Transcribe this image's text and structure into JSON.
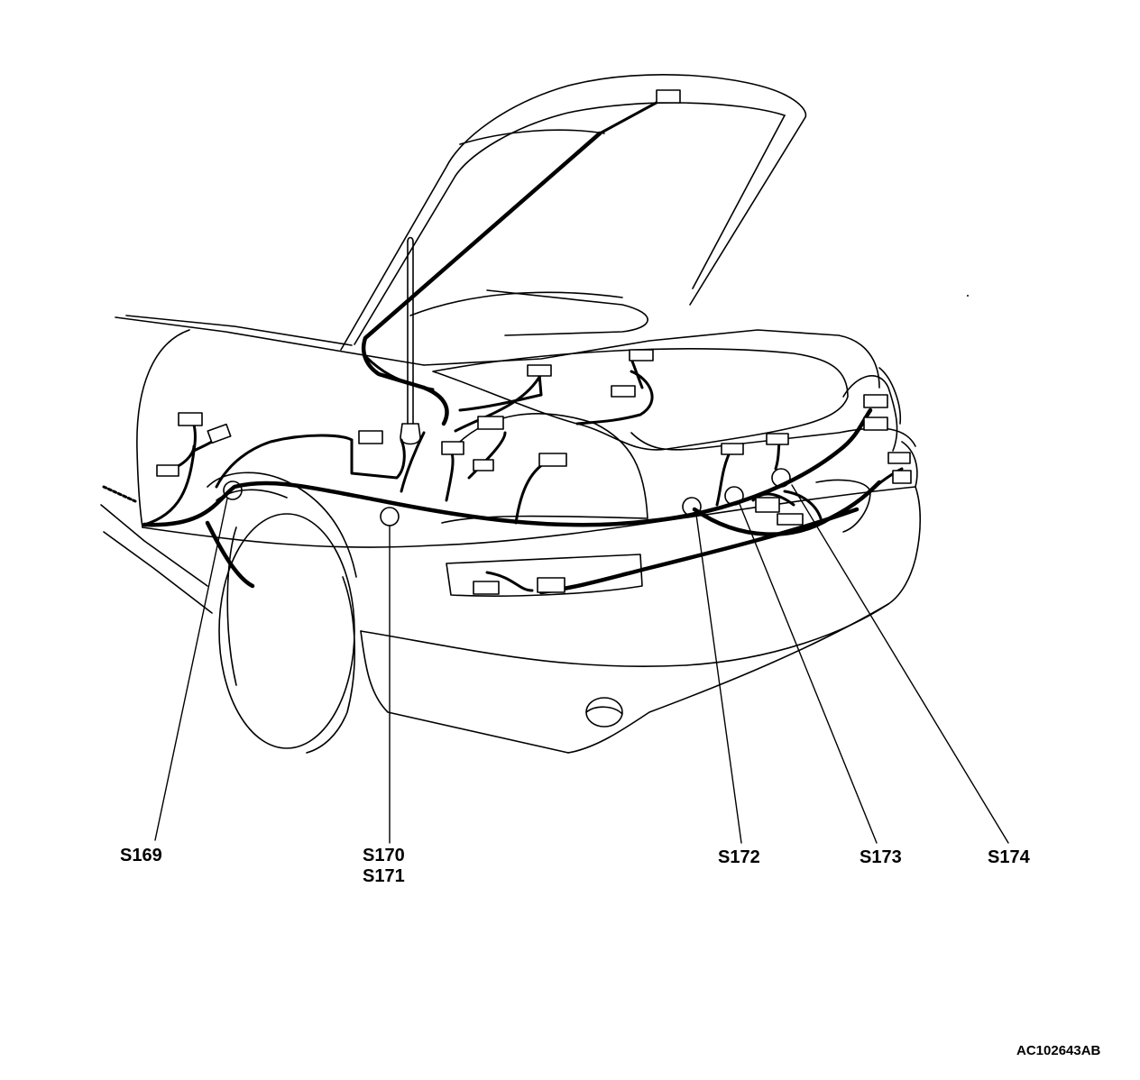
{
  "callouts": {
    "s169": "S169",
    "s170": "S170",
    "s171": "S171",
    "s172": "S172",
    "s173": "S173",
    "s174": "S174"
  },
  "figure_id": "AC102643AB",
  "colors": {
    "line": "#000000",
    "background": "#ffffff"
  }
}
